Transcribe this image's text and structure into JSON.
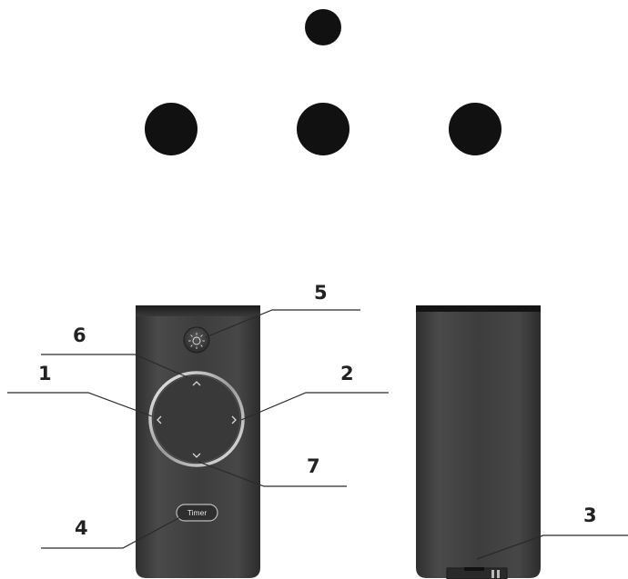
{
  "dots": {
    "top_row_count": 1,
    "bottom_row_count": 3,
    "color": "#111111"
  },
  "front_remote": {
    "body_color": "#3a3a3a",
    "top_button_icon": "sun-light-icon",
    "ring_color": "#c8c8c8",
    "arrows": [
      "chevron-up-icon",
      "chevron-left-icon",
      "chevron-right-icon",
      "chevron-down-icon"
    ],
    "timer_label": "Timer"
  },
  "back_remote": {
    "body_color": "#3a3a3a",
    "top_edge_color": "#151515",
    "battery_compartment": "battery-door-icon"
  },
  "callouts": [
    {
      "id": "1",
      "label": "1"
    },
    {
      "id": "2",
      "label": "2"
    },
    {
      "id": "3",
      "label": "3"
    },
    {
      "id": "4",
      "label": "4"
    },
    {
      "id": "5",
      "label": "5"
    },
    {
      "id": "6",
      "label": "6"
    },
    {
      "id": "7",
      "label": "7"
    }
  ],
  "leader_color": "#2a2a2a"
}
